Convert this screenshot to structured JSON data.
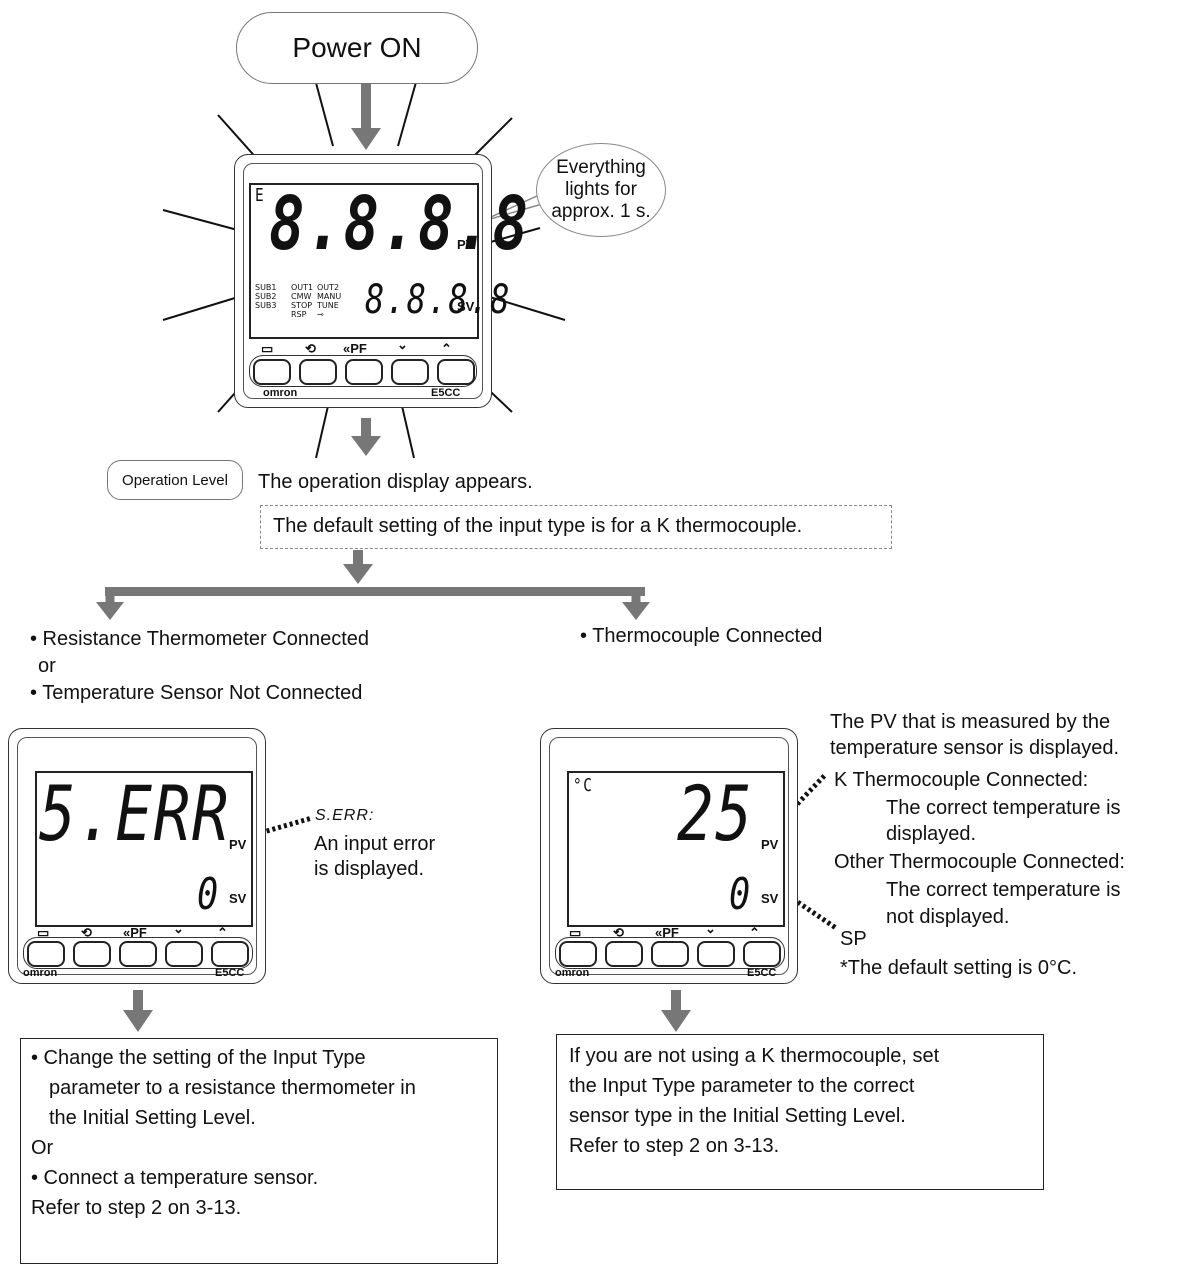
{
  "power_on": "Power ON",
  "bubble": {
    "line1": "Everything",
    "line2": "lights for",
    "line3": "approx. 1 s."
  },
  "device_top": {
    "unit_symbol": "E",
    "pv_digits": "8.8.8.8",
    "sv_digits": "8.8.8.8",
    "pv_label": "PV",
    "sv_label": "SV",
    "indicators_left": [
      "SUB1",
      "SUB2",
      "SUB3"
    ],
    "indicators_mid": [
      "OUT1",
      "CMW",
      "STOP",
      "RSP"
    ],
    "indicators_right": [
      "OUT2",
      "MANU",
      "TUNE"
    ],
    "brand": "omron",
    "model": "E5CC"
  },
  "key_icons": [
    "▭",
    "⟲",
    "«PF",
    "⌄",
    "⌃"
  ],
  "operation_level": "Operation Level",
  "operation_display": "The operation display appears.",
  "default_note": "The default setting of the input type is for a K thermocouple.",
  "left_branch": {
    "bullet1": "• Resistance Thermometer Connected",
    "or": "or",
    "bullet2": "• Temperature Sensor Not Connected",
    "pv_value": "5.ERR",
    "sv_value": "0",
    "callout_code": "S.ERR",
    "callout_line1": "An input error",
    "callout_line2": "is displayed.",
    "box": {
      "line1": "• Change the setting of the Input Type",
      "line2": "parameter to a resistance thermometer in",
      "line3": "the Initial Setting Level.",
      "line4": "Or",
      "line5": "• Connect a temperature sensor.",
      "line6": "Refer to step 2 on 3-13."
    }
  },
  "right_branch": {
    "bullet": "• Thermocouple Connected",
    "unit": "°C",
    "pv_value": "25",
    "sv_value": "0",
    "note1": "The PV that is measured by the",
    "note2": "temperature sensor is displayed.",
    "k_connected": "K Thermocouple Connected:",
    "k_line1": "The correct temperature is",
    "k_line2": "displayed.",
    "other_connected": "Other Thermocouple Connected:",
    "other_line1": "The correct temperature is",
    "other_line2": "not displayed.",
    "sp": "SP",
    "sp_note": "*The default setting is 0°C.",
    "box": {
      "line1": "If you are not using a K thermocouple, set",
      "line2": "the Input Type parameter to the correct",
      "line3": "sensor type in the Initial Setting Level.",
      "line4": "Refer to step 2 on 3-13."
    }
  }
}
